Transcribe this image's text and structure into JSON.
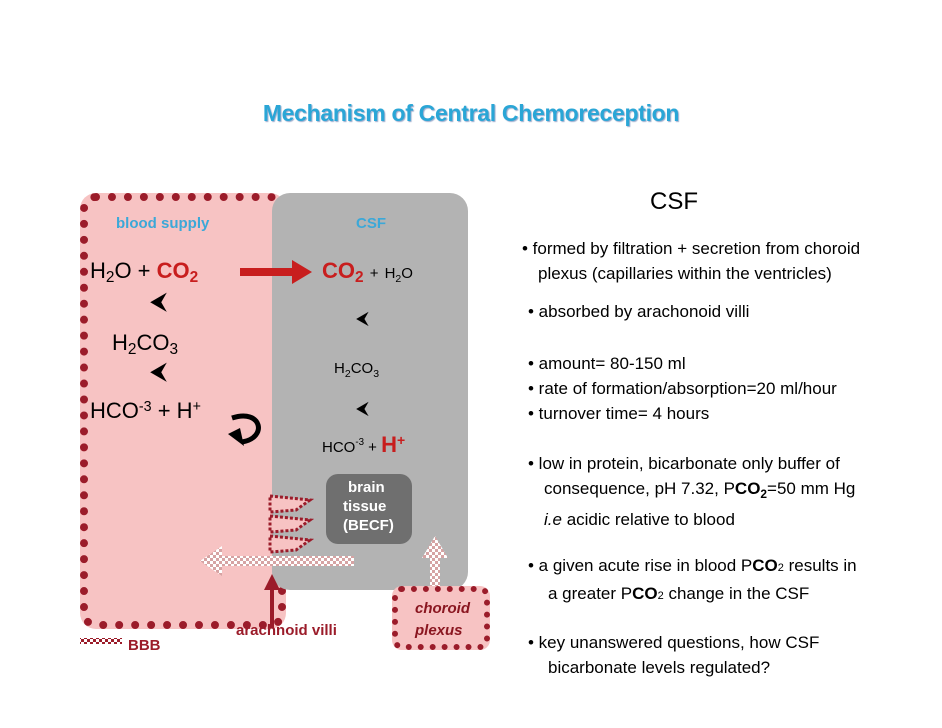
{
  "title": "Mechanism of Central Chemoreception",
  "blood": {
    "label": "blood supply",
    "eq1_a": "H",
    "eq1_sub": "2",
    "eq1_b": "O + ",
    "eq1_co": "CO",
    "eq1_co_sub": "2",
    "arrow": "⮜",
    "eq2_a": "H",
    "eq2_sub1": "2",
    "eq2_b": "CO",
    "eq2_sub2": "3",
    "eq3_a": "HCO",
    "eq3_sup": "-3",
    "eq3_b": " + H",
    "eq3_sup2": "+"
  },
  "csf_panel": {
    "label": "CSF",
    "eq1_co": "CO",
    "eq1_co_sub": "2",
    "eq1_plus": "+",
    "eq1_h": "H",
    "eq1_h_sub": "2",
    "eq1_o": "O",
    "eq2_a": "H",
    "eq2_sub1": "2",
    "eq2_b": "CO",
    "eq2_sub2": "3",
    "eq3_a": "HCO",
    "eq3_sup": "-3",
    "eq3_plus": " + ",
    "eq3_h": "H",
    "eq3_hsup": "+"
  },
  "brain": {
    "l1": "brain",
    "l2": "tissue",
    "l3": "(BECF)"
  },
  "choroid": {
    "l1": "choroid",
    "l2": "plexus"
  },
  "labels": {
    "arachnoid": "arachnoid villi",
    "bbb": "BBB"
  },
  "right": {
    "heading": "CSF",
    "b1a": "• formed by filtration + secretion from choroid",
    "b1b": "plexus (capillaries within the ventricles)",
    "b2": "• absorbed by arachonoid villi",
    "b3": "• amount= 80-150 ml",
    "b4": "• rate of formation/absorption=20 ml/hour",
    "b5": "• turnover time= 4 hours",
    "b6a": "•  low in protein, bicarbonate only buffer of",
    "b6b_pre": "consequence, pH 7.32, P",
    "b6b_co": "CO",
    "b6b_sub": "2",
    "b6b_post": "=50 mm Hg",
    "b6c_it": "i.e",
    "b6c_rest": " acidic relative to blood",
    "b7a_pre": "•  a given acute rise in blood P",
    "b7a_co": "CO",
    "b7a_sub": "2",
    "b7a_post": " results in",
    "b7b_pre": "a greater P",
    "b7b_co": "CO",
    "b7b_sub": "2",
    "b7b_post": " change in the CSF",
    "b8a": "•  key unanswered questions, how CSF",
    "b8b": "bicarbonate levels regulated?"
  },
  "colors": {
    "title": "#2aa6d6",
    "blood": "#f7c3c3",
    "border": "#9b1c2a",
    "csf": "#b3b3b3",
    "red": "#c81e1e"
  }
}
